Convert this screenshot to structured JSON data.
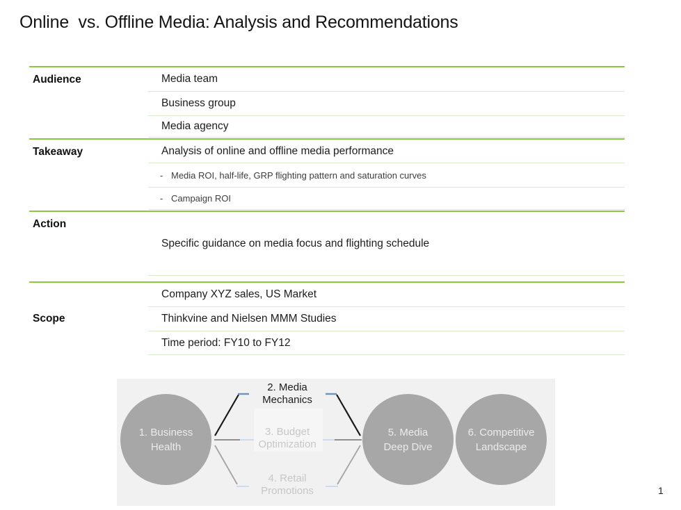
{
  "slide": {
    "title": "Online  vs. Offline Media: Analysis and Recommendations",
    "page_number": "1"
  },
  "table": {
    "bullet_char": "-",
    "sections": [
      {
        "label": "Audience",
        "rows": [
          {
            "text": "Media team"
          },
          {
            "text": "Business group"
          },
          {
            "text": "Media agency"
          }
        ]
      },
      {
        "label": "Takeaway",
        "rows": [
          {
            "text": "Analysis of online and offline media performance"
          },
          {
            "text": "Media ROI, half-life, GRP flighting pattern and saturation curves"
          },
          {
            "text": "Campaign ROI"
          }
        ]
      },
      {
        "label": "Action",
        "rows": [
          {
            "text": "Specific guidance on media focus and flighting schedule"
          }
        ]
      },
      {
        "label": "Scope",
        "rows": [
          {
            "text": "Company XYZ sales, US Market"
          },
          {
            "text": "Thinkvine and Nielsen MMM Studies"
          },
          {
            "text": "Time period: FY10 to FY12"
          }
        ]
      }
    ]
  },
  "diagram": {
    "circles": [
      {
        "line1": "1. Business",
        "line2": "Health"
      },
      {
        "line1": "5. Media",
        "line2": "Deep Dive"
      },
      {
        "line1": "6. Competitive",
        "line2": "Landscape"
      }
    ],
    "branch_labels": [
      {
        "line1": "2. Media",
        "line2": "Mechanics",
        "state": "active"
      },
      {
        "line1": "3. Budget",
        "line2": "Optimization",
        "state": "inactive"
      },
      {
        "line1": "4. Retail",
        "line2": "Promotions",
        "state": "inactive"
      }
    ]
  },
  "colors": {
    "section_line_green": "#8dc73f",
    "row_line_green": "#d9ecc9",
    "circle_gray": "#a7a7a7",
    "diagram_background": "#f1f1f1",
    "inactive_label_gray": "#c7c7c7",
    "connector_black": "#1a1a1a",
    "connector_gray": "#9b9b9b",
    "connector_blue": "#6f94b7",
    "connector_light_blue": "#cbdcee"
  }
}
